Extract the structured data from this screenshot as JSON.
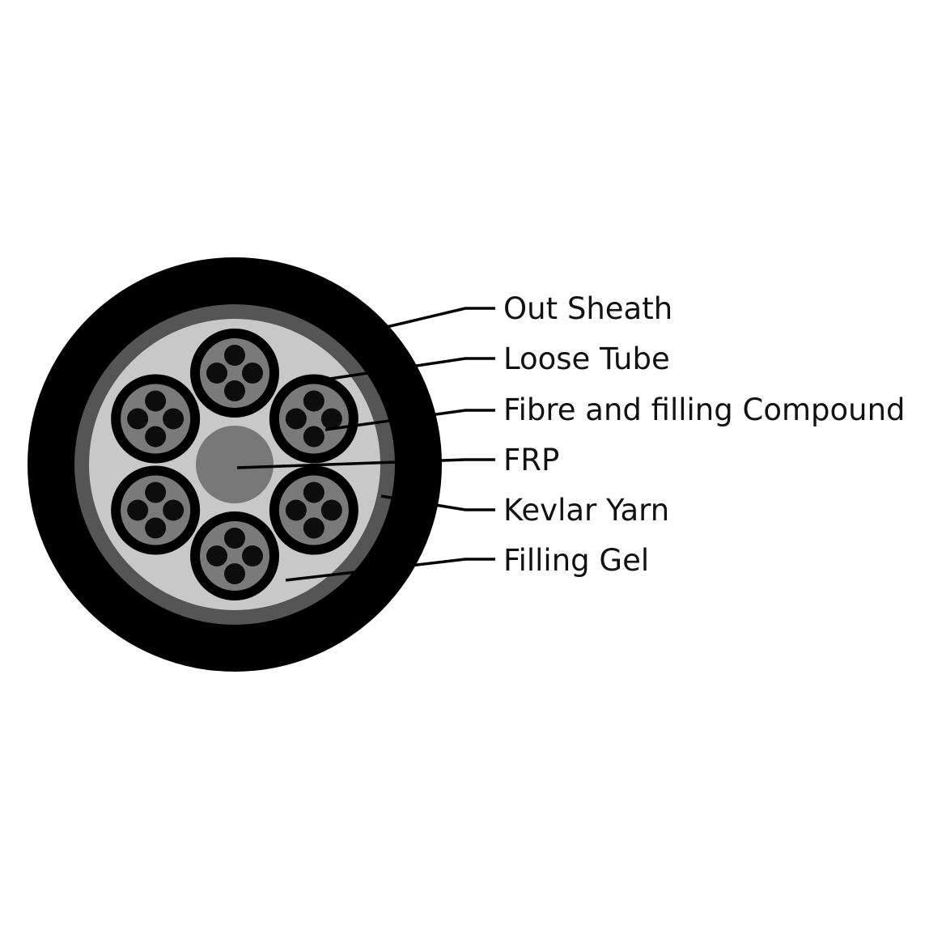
{
  "diagram": {
    "labels": [
      {
        "id": "out-sheath",
        "text": "Out Sheath"
      },
      {
        "id": "loose-tube",
        "text": "Loose Tube"
      },
      {
        "id": "fibre-compound",
        "text": "Fibre and filling Compound"
      },
      {
        "id": "frp",
        "text": "FRP"
      },
      {
        "id": "kevlar-yarn",
        "text": "Kevlar Yarn"
      },
      {
        "id": "filling-gel",
        "text": "Filling Gel"
      }
    ],
    "loose_tube_count": 6,
    "fibres_per_tube": 4
  },
  "colors": {
    "sheath": "#000000",
    "kevlar_ring": "#555555",
    "filling_gel": "#c8c8c8",
    "tube_wall": "#000000",
    "tube_fill": "#7a7a7a",
    "fibre": "#0d0d0d",
    "frp": "#787878",
    "leader_line": "#000000"
  }
}
